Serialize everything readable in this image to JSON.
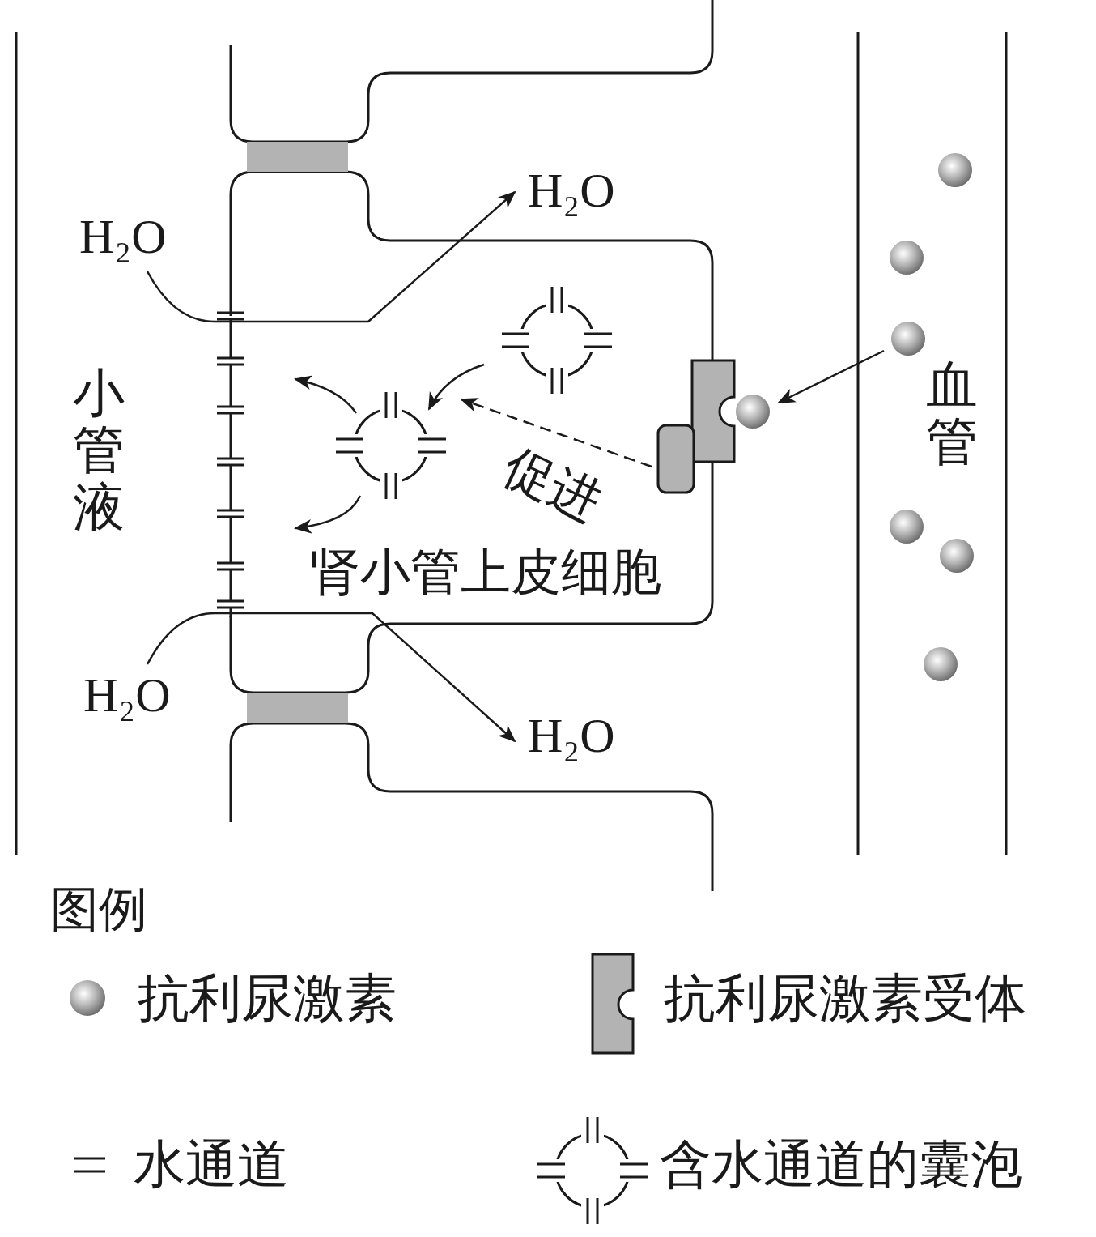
{
  "diagram": {
    "nodes": [
      {
        "text": [
          "小管液"
        ]
      },
      {
        "text": [
          "肾小管上皮细胞"
        ]
      },
      {
        "text": [
          "血管"
        ]
      }
    ],
    "labels": [
      "H₂O",
      "H₂O",
      "H₂O",
      "H₂O",
      "促进",
      "图例"
    ],
    "legend": [
      {
        "text": "抗利尿激素"
      },
      {
        "text": "抗利尿激素受体"
      },
      {
        "text": "水通道"
      },
      {
        "text": "含水通道的囊泡"
      }
    ]
  }
}
